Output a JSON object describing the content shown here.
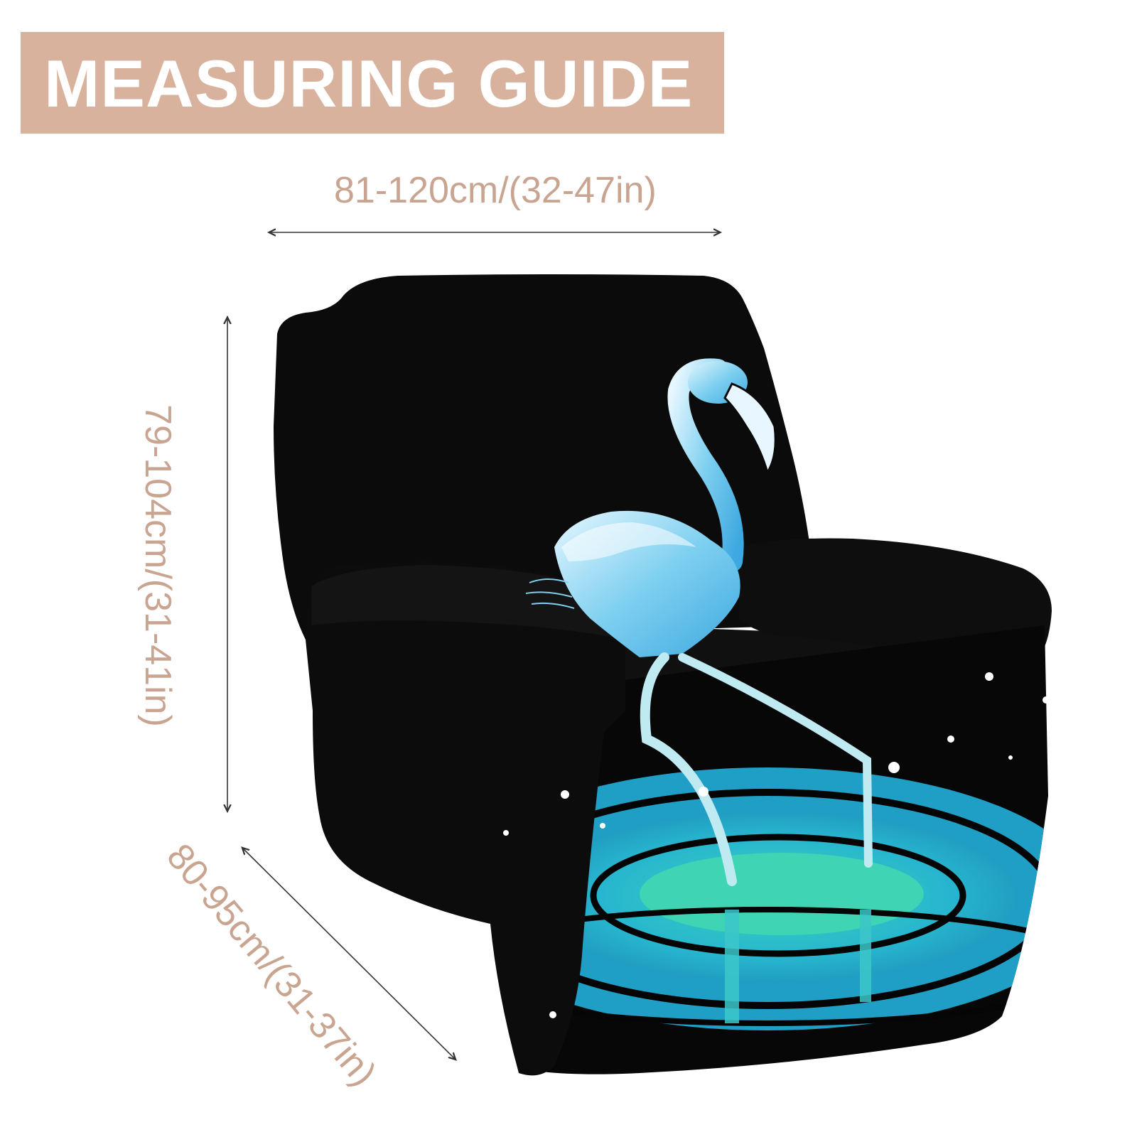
{
  "header": {
    "title": "MEASURING GUIDE"
  },
  "dimensions": {
    "width": "81-120cm/(32-47in)",
    "height": "79-104cm/(31-41in)",
    "depth": "80-95cm/(31-37in)"
  },
  "colors": {
    "banner": "#d8b29d",
    "label_text": "#c9a591",
    "chair_cover": "#0b0b0b",
    "water": "#2cb6d6",
    "flamingo": "#8fd8f2"
  }
}
